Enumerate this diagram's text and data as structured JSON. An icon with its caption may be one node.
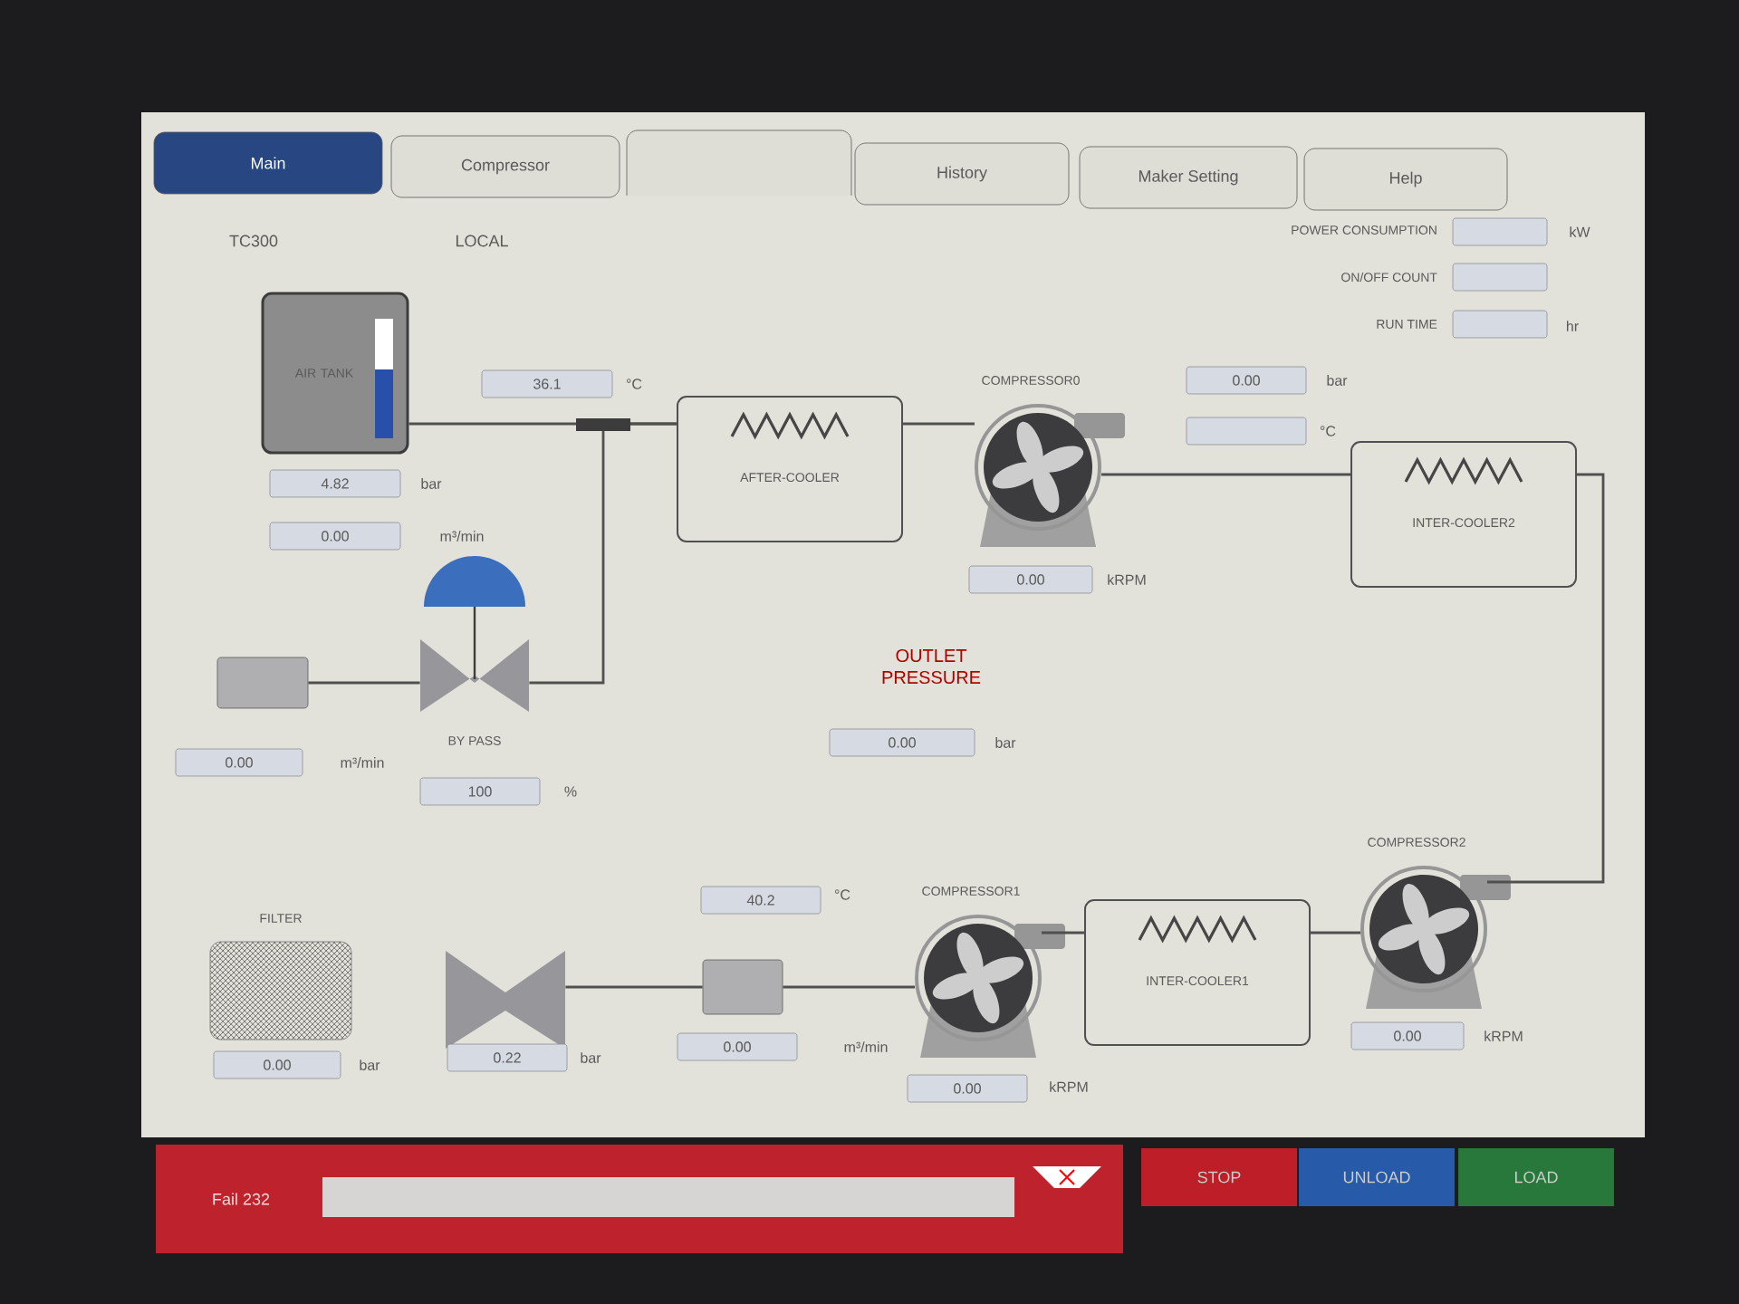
{
  "diagram": {
    "nodes": [
      {
        "text": [
          "AIR TANK"
        ],
        "beside": [
          "4.82",
          "bar",
          "0.00"
        ]
      },
      {
        "text": [
          "AFTER-COOLER"
        ]
      },
      {
        "text": [
          "COMPRESSOR0"
        ],
        "beside": [
          "0.00",
          "kRPM"
        ]
      },
      {
        "text": [
          "INTER-COOLER2"
        ]
      },
      {
        "text": [
          "COMPRESSOR2"
        ],
        "beside": [
          "0.00",
          "kRPM"
        ]
      },
      {
        "text": [
          "INTER-COOLER1"
        ]
      },
      {
        "text": [
          "COMPRESSOR1"
        ],
        "beside": [
          "0.00",
          "kRPM"
        ]
      },
      {
        "text": [],
        "shape": "box",
        "beside": [
          "40.2",
          "0.00"
        ]
      },
      {
        "text": [],
        "shape": "valve",
        "beside": [
          "0.22",
          "bar"
        ]
      },
      {
        "text": [
          "FILTER"
        ],
        "beside": [
          "0.00",
          "bar"
        ]
      },
      {
        "text": [
          "BY PASS"
        ],
        "beside": [
          "100",
          "%"
        ]
      },
      {
        "text": [],
        "shape": "box",
        "beside": [
          "0.00"
        ]
      }
    ],
    "edges": [
      {
        "from": 1,
        "to": 0,
        "arrow": "none"
      },
      {
        "from": 1,
        "to": 10,
        "arrow": "none"
      },
      {
        "from": 2,
        "to": 1,
        "arrow": "none"
      },
      {
        "from": 2,
        "to": 3,
        "arrow": "none"
      },
      {
        "from": 3,
        "to": 4,
        "arrow": "none"
      },
      {
        "from": 4,
        "to": 5,
        "arrow": "none"
      },
      {
        "from": 5,
        "to": 6,
        "arrow": "none"
      },
      {
        "from": 6,
        "to": 7,
        "arrow": "none"
      },
      {
        "from": 7,
        "to": 8,
        "arrow": "none"
      },
      {
        "from": 10,
        "to": 11,
        "arrow": "none"
      }
    ],
    "labels": [
      "Main",
      "Compressor",
      "History",
      "Maker Setting",
      "Help",
      "TC300",
      "LOCAL",
      "POWER CONSUMPTION",
      "kW",
      "ON/OFF COUNT",
      "RUN TIME",
      "hr",
      "36.1",
      "°C",
      "0.00",
      "bar",
      "°C",
      "OUTLET PRESSURE",
      "0.00",
      "bar",
      "Fail 232",
      "STOP",
      "UNLOAD",
      "LOAD",
      "m³/min",
      "°C",
      "m³/min",
      "m³/min"
    ]
  }
}
